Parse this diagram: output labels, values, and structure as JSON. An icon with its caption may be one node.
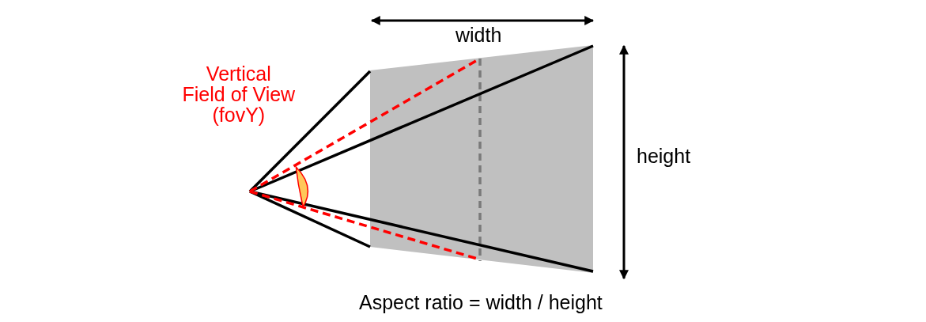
{
  "diagram": {
    "labels": [
      "width",
      "Vertical Field of View (fovY)",
      "height",
      "Aspect ratio = width / height"
    ]
  }
}
